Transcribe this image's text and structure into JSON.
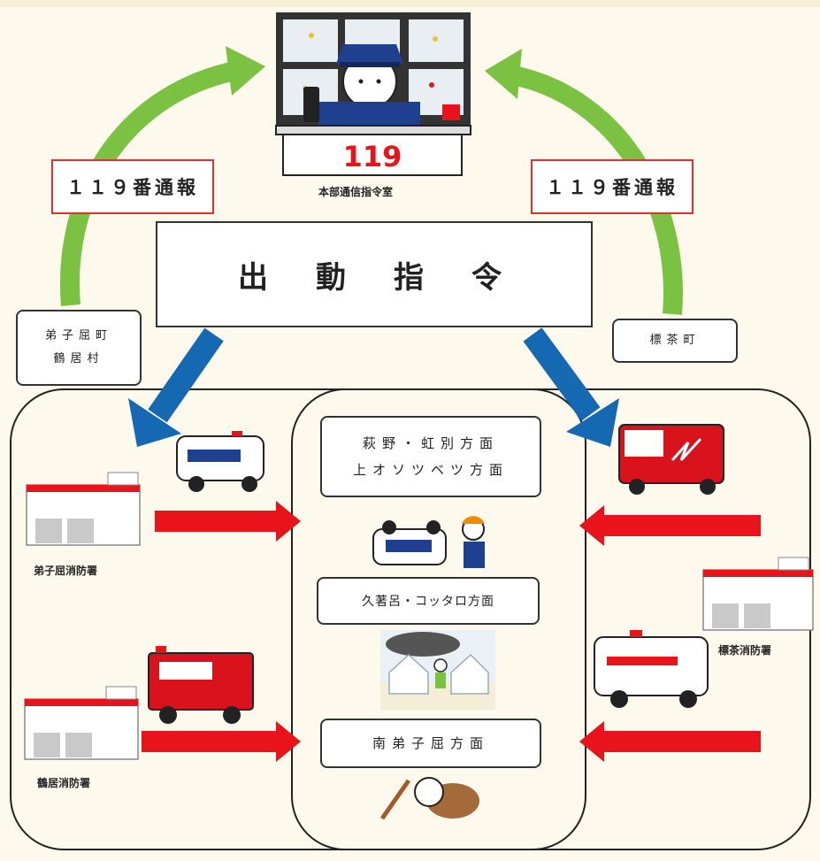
{
  "hq": {
    "counter_number": "119",
    "label": "本部通信指令室"
  },
  "calls": {
    "left": "１１９番通報",
    "right": "１１９番通報"
  },
  "command": "出　動　指　令",
  "regions": {
    "left_line1": "弟子屈町",
    "left_line2": "鶴居村",
    "right": "標茶町"
  },
  "areas": {
    "area1_line1": "萩野・虹別方面",
    "area1_line2": "上オソツベツ方面",
    "area2": "久著呂・コッタロ方面",
    "area3": "南弟子屈方面"
  },
  "stations": {
    "teshikaga": "弟子屈消防署",
    "tsurui": "鶴居消防署",
    "shibecha": "標茶消防署"
  },
  "colors": {
    "arrow_green": "#7cc242",
    "arrow_blue": "#1569b3",
    "arrow_red": "#e8131b",
    "call_border": "#e0312c"
  }
}
